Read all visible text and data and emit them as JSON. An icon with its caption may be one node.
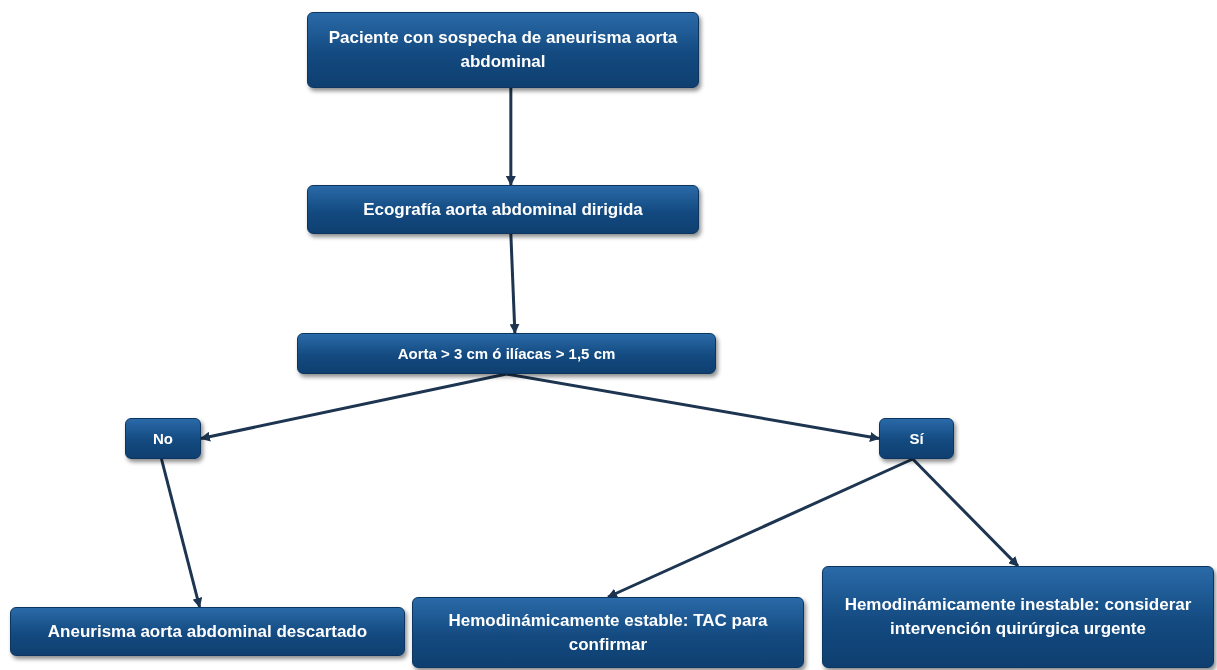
{
  "diagram": {
    "nodes": [
      {
        "text": [
          "Paciente con sospecha de aneurisma aorta abdominal"
        ]
      },
      {
        "text": [
          "Ecografía aorta abdominal dirigida"
        ]
      },
      {
        "text": [
          "Aorta > 3 cm ó ilíacas > 1,5 cm"
        ]
      },
      {
        "text": [
          "No"
        ]
      },
      {
        "text": [
          "Sí"
        ]
      },
      {
        "text": [
          "Aneurisma aorta abdominal descartado"
        ]
      },
      {
        "text": [
          "Hemodinámicamente estable: TAC para confirmar"
        ]
      },
      {
        "text": [
          "Hemodinámicamente inestable: considerar intervención quirúrgica urgente"
        ]
      }
    ],
    "edges": [
      {
        "from": 0,
        "to": 1,
        "arrow": "to"
      },
      {
        "from": 1,
        "to": 2,
        "arrow": "to"
      },
      {
        "from": 2,
        "to": 3,
        "arrow": "to"
      },
      {
        "from": 2,
        "to": 4,
        "arrow": "to"
      },
      {
        "from": 3,
        "to": 5,
        "arrow": "to"
      },
      {
        "from": 4,
        "to": 6,
        "arrow": "to"
      },
      {
        "from": 4,
        "to": 7,
        "arrow": "to"
      }
    ]
  }
}
